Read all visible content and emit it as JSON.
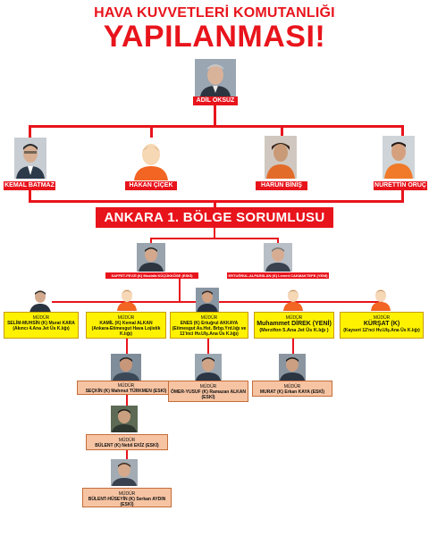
{
  "title": {
    "line1": "HAVA KUVVETLERİ KOMUTANLIĞI",
    "line2": "YAPILANMASI!"
  },
  "top_person": {
    "name": "ADİL ÖKSÜZ"
  },
  "level1": [
    {
      "name": "KEMAL BATMAZ"
    },
    {
      "name": "HAKAN ÇİÇEK"
    },
    {
      "name": "HARUN BİNİŞ"
    },
    {
      "name": "NURETTİN ORUÇ"
    }
  ],
  "section_title": "ANKARA 1. BÖLGE SORUMLUSU",
  "responsibles": [
    {
      "name": "SAFFET-FEVZİ (K) Mustafa KÜÇÜKKÖSE (ESKİ)"
    },
    {
      "name": "ERTUĞRUL-ALPARSLAN (K) Levent CAKMAKTEPE (YENİ)"
    }
  ],
  "managers": [
    {
      "title": "MÜDÜR",
      "name": "SELİM-MUHSİN (K) Murat KARA",
      "unit": "(Akıncı 4.Ana Jet Üs K.lığı)"
    },
    {
      "title": "MÜDÜR",
      "name": "KAMİL (K) Kemal ALKAN",
      "unit": "(Ankara-Etimesgut Hava Lojistik K.lığı)"
    },
    {
      "title": "MÜDÜR",
      "name": "ENES (K) Ertuğrul AKKAYA",
      "unit": "(Etimesgut As.Hst. Brbp.Yrd.lığı ve 11'inci Hv.Ulş.Ana Üs K.lığı)"
    },
    {
      "title": "MÜDÜR",
      "name": "Muhammet DİREK (YENİ)",
      "unit": "(Merzifon 5.Ana Jet Üs K.lığı )"
    },
    {
      "title": "MÜDÜR",
      "name": "KÜRŞAT (K)",
      "unit": "(Kayseri 12'nci Hv.Ulş.Ana Üs K.lığı)"
    }
  ],
  "sub_managers": [
    {
      "title": "MÜDÜR",
      "name": "SEÇKİN (K) Mahmut TÜRKMEN (ESKİ)"
    },
    {
      "title": "MÜDÜR",
      "name": "ÖMER-YUSUF (K) Ramazan ALKAN (ESKİ)"
    },
    {
      "title": "MÜDÜR",
      "name": "MURAT (K) Erkan KAYA (ESKİ)"
    },
    {
      "title": "MÜDÜR",
      "name": "BÜLENT (K) Nebil EKİZ (ESKİ)"
    },
    {
      "title": "MÜDÜR",
      "name": "BÜLENT-HÜSEYİN (K) Serkan AYDIN (ESKİ)"
    }
  ],
  "colors": {
    "accent_red": "#e8141c",
    "manager_box": "#fef200",
    "sub_manager_box": "#f7c4a3",
    "avatar_orange": "#f26522"
  }
}
